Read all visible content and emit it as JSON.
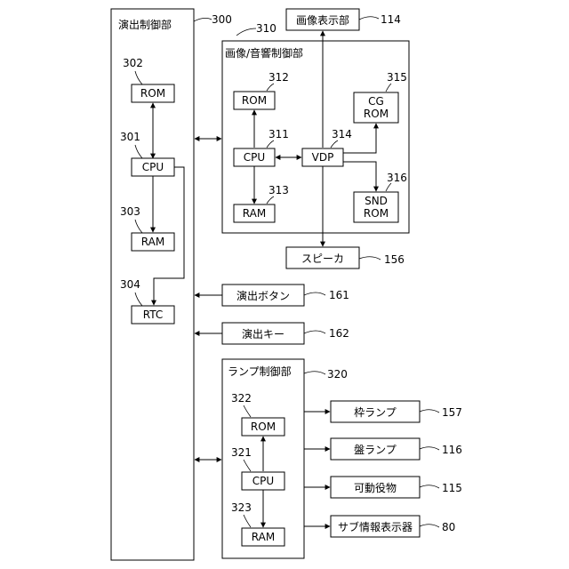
{
  "blocks": {
    "effect_control": {
      "label": "演出制御部",
      "num": "300"
    },
    "effect_rom": {
      "label": "ROM",
      "num": "302"
    },
    "effect_cpu": {
      "label": "CPU",
      "num": "301"
    },
    "effect_ram": {
      "label": "RAM",
      "num": "303"
    },
    "effect_rtc": {
      "label": "RTC",
      "num": "304"
    },
    "image_display": {
      "label": "画像表示部",
      "num": "114"
    },
    "image_sound_control": {
      "label": "画像/音響制御部",
      "num": "310"
    },
    "is_rom": {
      "label": "ROM",
      "num": "312"
    },
    "is_cpu": {
      "label": "CPU",
      "num": "311"
    },
    "is_ram": {
      "label": "RAM",
      "num": "313"
    },
    "vdp": {
      "label": "VDP",
      "num": "314"
    },
    "cg_rom": {
      "label_line1": "CG",
      "label_line2": "ROM",
      "num": "315"
    },
    "snd_rom": {
      "label_line1": "SND",
      "label_line2": "ROM",
      "num": "316"
    },
    "speaker": {
      "label": "スピーカ",
      "num": "156"
    },
    "effect_button": {
      "label": "演出ボタン",
      "num": "161"
    },
    "effect_key": {
      "label": "演出キー",
      "num": "162"
    },
    "lamp_control": {
      "label": "ランプ制御部",
      "num": "320"
    },
    "lamp_rom": {
      "label": "ROM",
      "num": "322"
    },
    "lamp_cpu": {
      "label": "CPU",
      "num": "321"
    },
    "lamp_ram": {
      "label": "RAM",
      "num": "323"
    },
    "frame_lamp": {
      "label": "枠ランプ",
      "num": "157"
    },
    "board_lamp": {
      "label": "盤ランプ",
      "num": "116"
    },
    "movable_part": {
      "label": "可動役物",
      "num": "115"
    },
    "sub_info_display": {
      "label": "サブ情報表示器",
      "num": "80"
    }
  }
}
